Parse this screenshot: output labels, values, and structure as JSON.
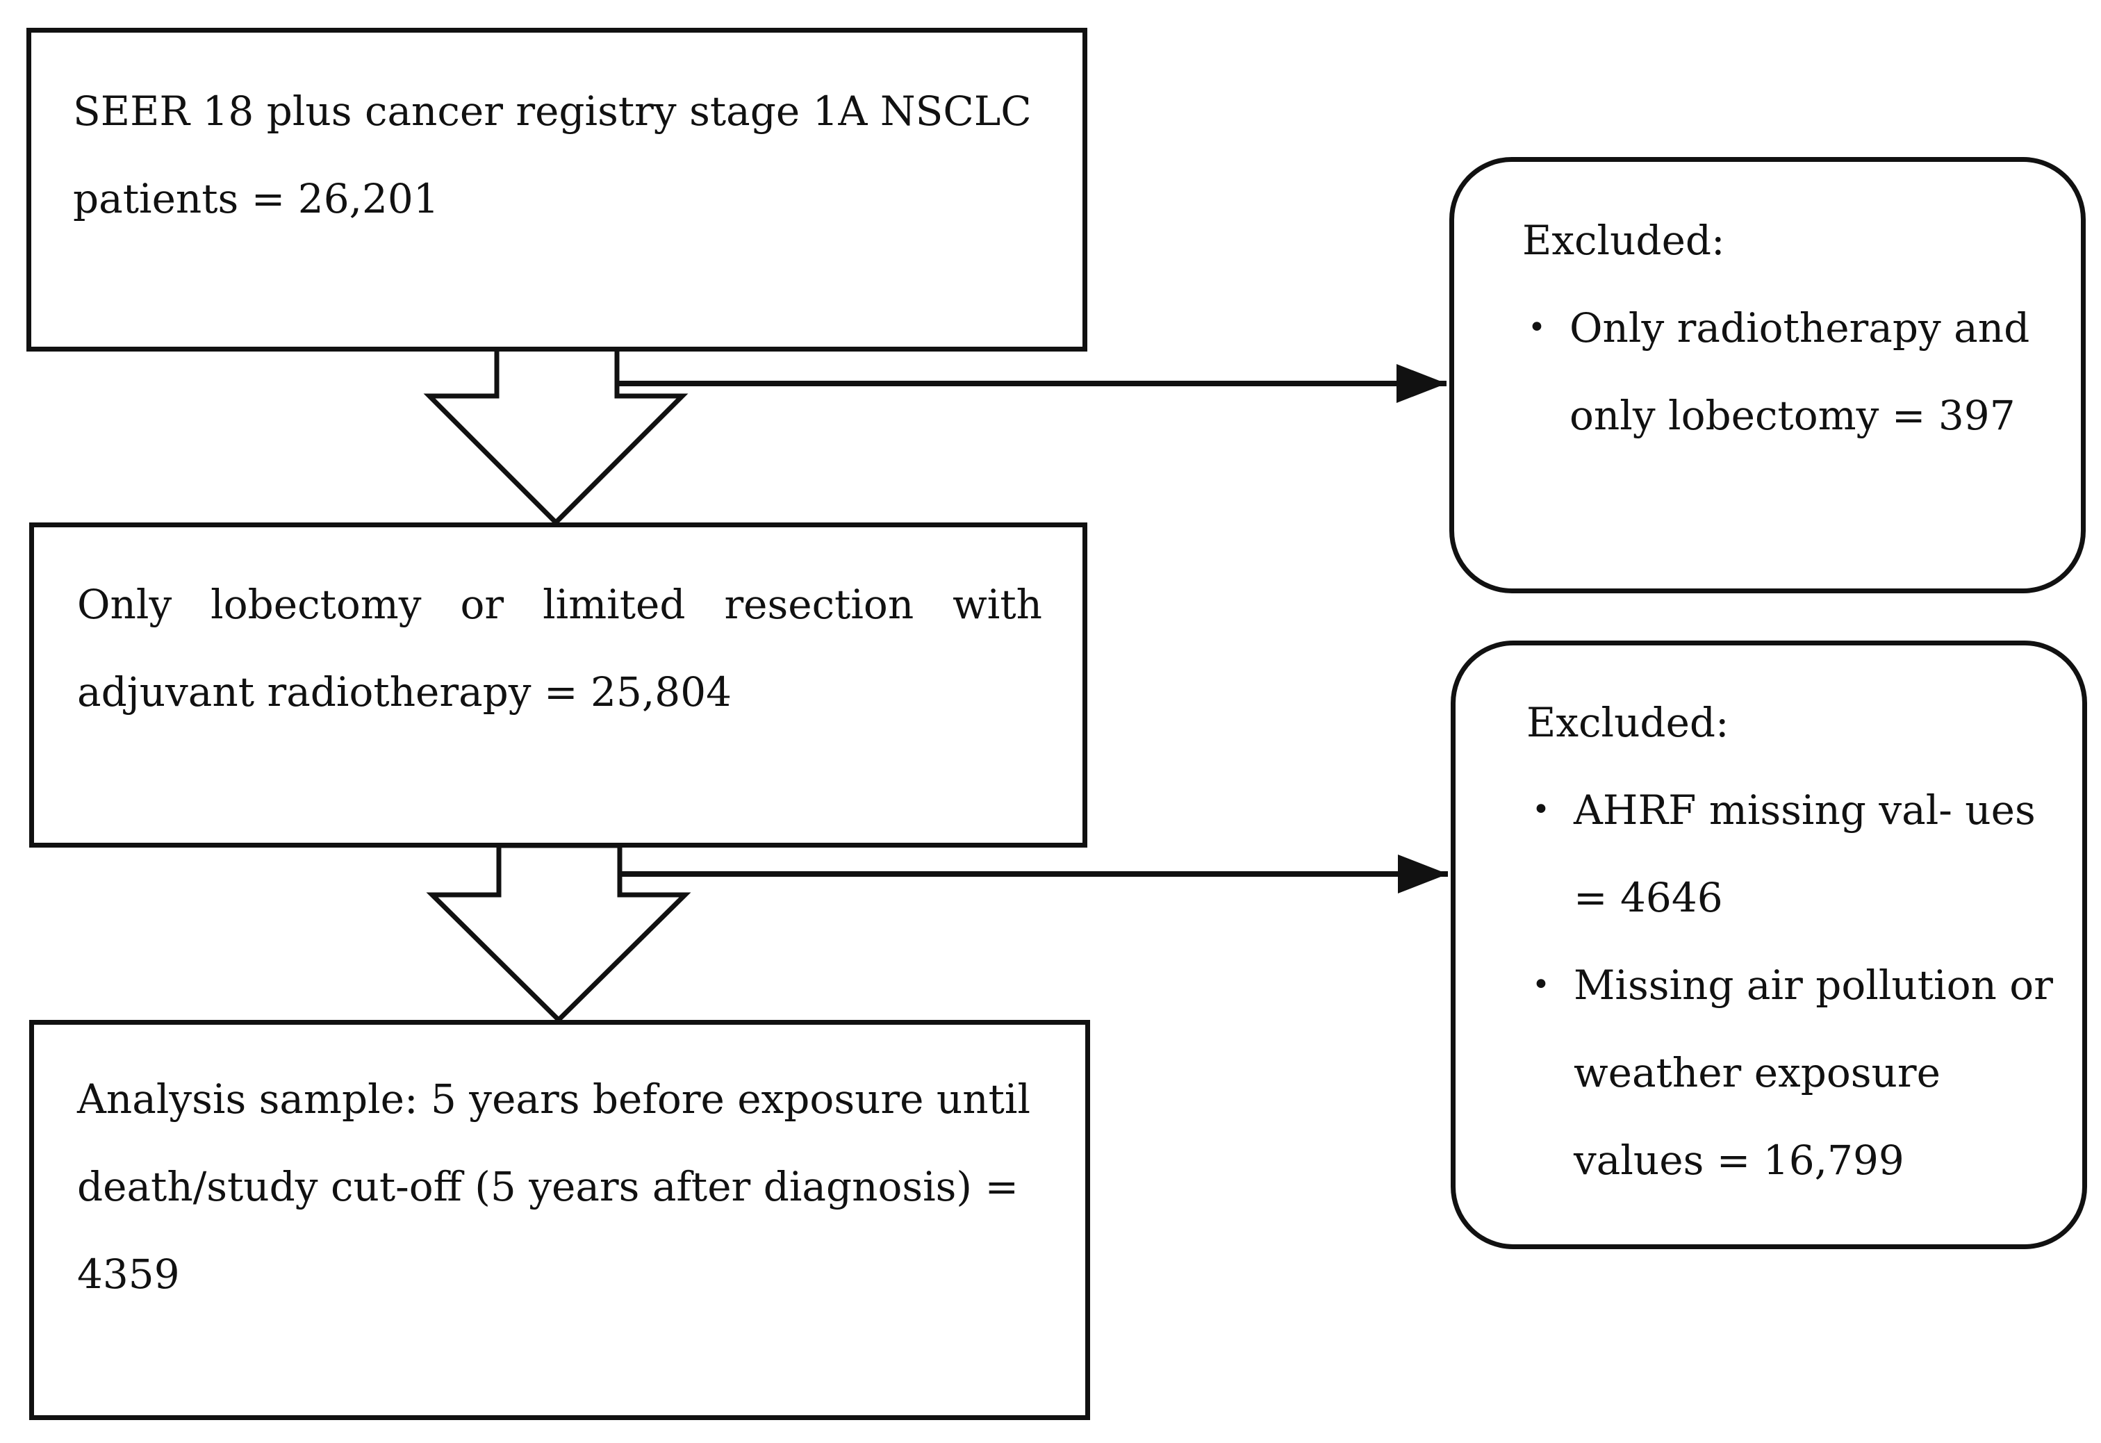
{
  "flow": {
    "box1": {
      "text": "SEER 18 plus cancer registry stage 1A NSCLC patients = 26,201"
    },
    "box2": {
      "text": "Only lobectomy or limited resection with adjuvant radiotherapy = 25,804"
    },
    "box3": {
      "text": "Analysis sample: 5 years before exposure until death/study cut-off (5 years after diagnosis) = 4359"
    }
  },
  "exclusions": [
    {
      "title": "Excluded:",
      "bullet": "•",
      "items": [
        "Only radiotherapy and only lobectomy = 397"
      ]
    },
    {
      "title": "Excluded:",
      "bullet": "•",
      "items": [
        "AHRF missing val- ues = 4646",
        "Missing air pollution or weather exposure values = 16,799"
      ]
    }
  ]
}
